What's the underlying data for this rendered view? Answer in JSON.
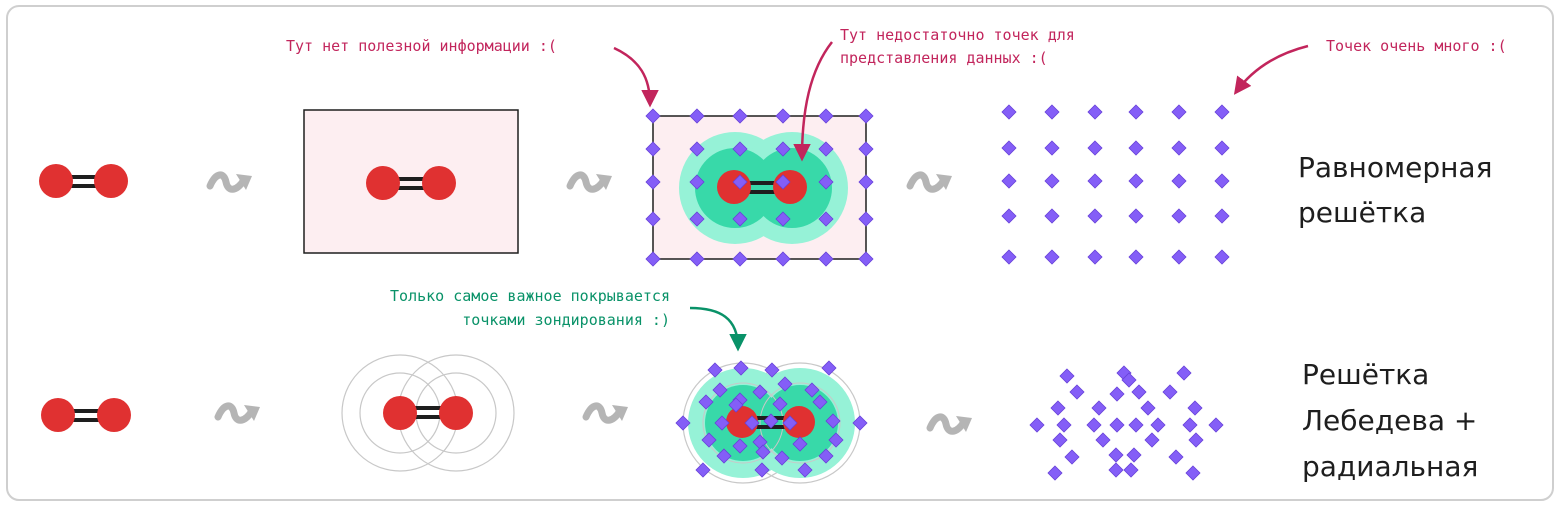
{
  "annotations": {
    "no_info": "Тут нет полезной информации :(",
    "not_enough_1": "Тут недостаточно точек для",
    "not_enough_2": "представления данных  :(",
    "too_many": "Точек очень много :(",
    "important_1": "Только самое важное покрывается",
    "important_2": "точками зондирования :)"
  },
  "row_titles": {
    "uniform_1": "Равномерная",
    "uniform_2": "решётка",
    "lebedev_1": "Решётка",
    "lebedev_2": "Лебедева +",
    "lebedev_3": "радиальная"
  },
  "colors": {
    "frame": "#cfcfcf",
    "atom": "#e03131",
    "bond": "#1e1e1e",
    "box_fill": "#fdeef1",
    "density_outer": "#96f2d7",
    "density_inner": "#38d9a9",
    "point": "#845ef7",
    "point_stroke": "#6741d9",
    "arrow_gray": "#b5b5b5",
    "note_red": "#c2255c",
    "note_green": "#099268",
    "circle_gray": "#c8c8c8",
    "text_dark": "#1e1e1e"
  },
  "icons": {
    "step_arrow": "squiggle-arrow-icon",
    "probe_point": "diamond-point-icon",
    "molecule": "o2-molecule-icon"
  }
}
